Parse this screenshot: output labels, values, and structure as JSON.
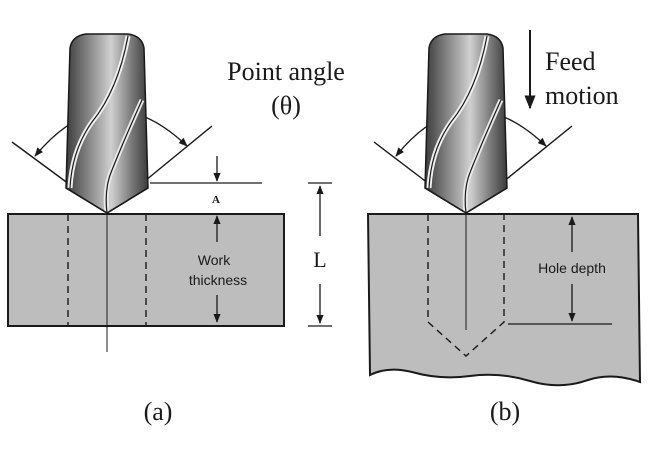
{
  "colors": {
    "workpiece": "#bdbdbd",
    "drill_dark": "#4a4a4a",
    "drill_mid": "#8a8a8a",
    "drill_light": "#c9c9c9",
    "line": "#1a1a1a"
  },
  "labels": {
    "point_angle": "Point angle",
    "theta": "(θ)",
    "feed": "Feed",
    "motion": "motion",
    "a_marker": "A",
    "L_marker": "L",
    "work": "Work",
    "thickness": "thickness",
    "hole_depth": "Hole depth",
    "caption_a": "(a)",
    "caption_b": "(b)"
  },
  "icons": {
    "drill_a": "twist-drill-icon",
    "drill_b": "twist-drill-icon",
    "feed_arrow": "arrow-down-icon"
  }
}
